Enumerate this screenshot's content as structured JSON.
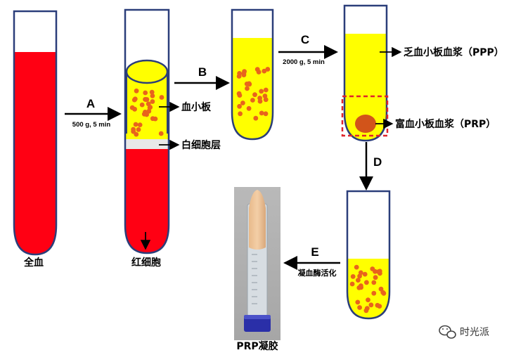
{
  "colors": {
    "blood_red": "#ff0013",
    "plasma_yellow": "#ffff00",
    "platelet_orange": "#e8641c",
    "prp_orange": "#d2541a",
    "tube_outline": "#2b3e7a",
    "buffy_coat": "#e8e8e8",
    "highlight_box": "#e0242b",
    "cap_blue": "#2a2fa8"
  },
  "labels": {
    "whole_blood": "全血",
    "platelets": "血小板",
    "buffy_coat": "白细胞层",
    "red_cells": "红细胞",
    "ppp": "乏血小板血浆（PPP）",
    "prp": "富血小板血浆（PRP）",
    "prp_gel": "PRP凝胶"
  },
  "steps": {
    "A": {
      "letter": "A",
      "condition": "500 g, 5 min"
    },
    "B": {
      "letter": "B"
    },
    "C": {
      "letter": "C",
      "condition": "2000 g, 5 min"
    },
    "D": {
      "letter": "D"
    },
    "E": {
      "letter": "E",
      "condition": "凝血酶活化"
    }
  },
  "watermark": {
    "icon": "wechat-icon",
    "text": "时光派"
  }
}
